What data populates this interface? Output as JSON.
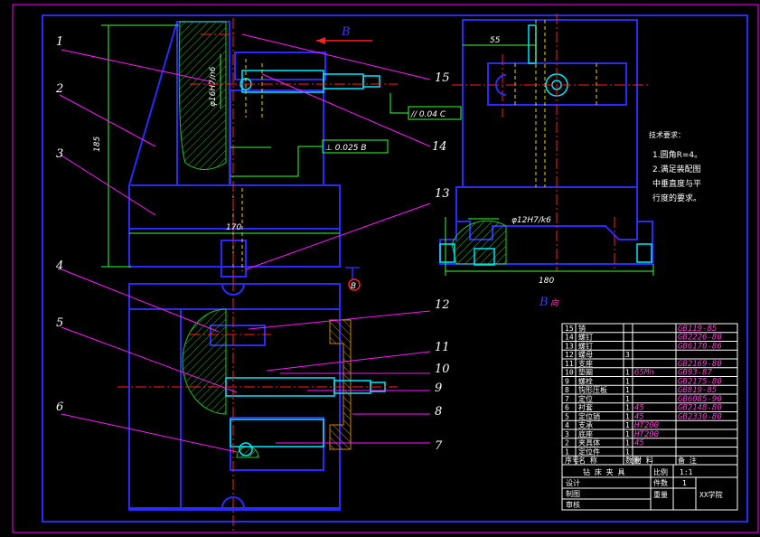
{
  "part_labels": [
    "1",
    "2",
    "3",
    "4",
    "5",
    "6",
    "7",
    "8",
    "9",
    "10",
    "11",
    "12",
    "13",
    "14",
    "15"
  ],
  "view_arrow_label": "B",
  "view_b_label": "B",
  "view_b_caption": "向",
  "datum_label": "B",
  "dimensions": {
    "height": "185",
    "width_front": "170",
    "width_side": "180",
    "offset_side": "55",
    "pin_fit": "φ16H7/n6",
    "hole_fit": "φ12H7/k6"
  },
  "tolerances": {
    "parallel": "// 0.04 C",
    "perpendicular": "⊥ 0.025 B"
  },
  "tech_requirements": {
    "title": "技术要求：",
    "lines": [
      "1.圆角R=4。",
      "2.满足装配图",
      "中垂直度与平",
      "行度的要求。"
    ]
  },
  "bom_rows": [
    {
      "no": "15",
      "name": "销",
      "qty": "",
      "material": "",
      "std": "GB119-85"
    },
    {
      "no": "14",
      "name": "螺钉",
      "qty": "",
      "material": "",
      "std": "GB2226-80"
    },
    {
      "no": "13",
      "name": "螺钉",
      "qty": "",
      "material": "",
      "std": "GB6170-86"
    },
    {
      "no": "12",
      "name": "螺母",
      "qty": "3",
      "material": "",
      "std": ""
    },
    {
      "no": "11",
      "name": "支座",
      "qty": "",
      "material": "",
      "std": "GB2169-80"
    },
    {
      "no": "10",
      "name": "垫圈",
      "qty": "1",
      "material": "65Mn",
      "std": "GB93-87"
    },
    {
      "no": "9",
      "name": "螺栓",
      "qty": "1",
      "material": "",
      "std": "GB2175-80"
    },
    {
      "no": "8",
      "name": "钩形压板",
      "qty": "1",
      "material": "",
      "std": "GB819-85"
    },
    {
      "no": "7",
      "name": "定位",
      "qty": "1",
      "material": "",
      "std": "GB6085-90"
    },
    {
      "no": "6",
      "name": "衬套",
      "qty": "1",
      "material": "45",
      "std": "GB2148-80"
    },
    {
      "no": "5",
      "name": "定位销",
      "qty": "1",
      "material": "45",
      "std": "GB2330-80"
    },
    {
      "no": "4",
      "name": "支承",
      "qty": "1",
      "material": "HT200",
      "std": ""
    },
    {
      "no": "3",
      "name": "底座",
      "qty": "1",
      "material": "HT200",
      "std": ""
    },
    {
      "no": "2",
      "name": "夹具体",
      "qty": "1",
      "material": "45",
      "std": ""
    },
    {
      "no": "1",
      "name": "定位件",
      "qty": "1",
      "material": "",
      "std": ""
    }
  ],
  "bom_header": [
    "序号",
    "名 称",
    "数量",
    "材 料",
    "备 注"
  ],
  "title_block": {
    "name": "钻 床 夹 具",
    "scale_label": "比例",
    "scale_value": "1:1",
    "sheet_label": "件数",
    "sheet_value": "1",
    "weight_label": "重量",
    "designer_label": "设计",
    "drafter_label": "制图",
    "checker_label": "审核",
    "school": "XX学院"
  },
  "colors": {
    "frame": "#ff00ff",
    "outline": "#2a2aff",
    "leader": "#ff1aff",
    "hatch": "#22c422",
    "centerline": "#ff2020",
    "hidden": "#e8d800",
    "dimension": "#33ff33",
    "text": "#ffffff",
    "fastener": "#00e8ff"
  }
}
